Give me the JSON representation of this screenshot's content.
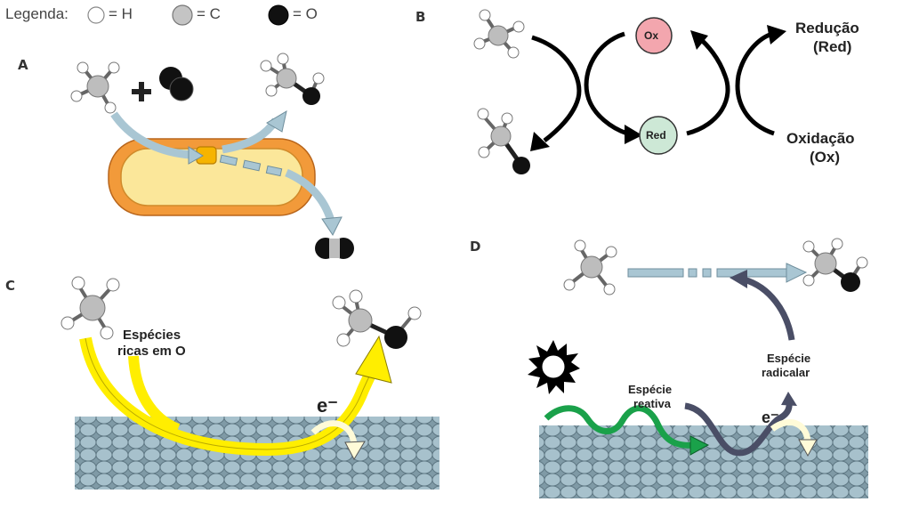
{
  "legend": {
    "title": "Legenda:",
    "items": [
      {
        "label": "= H",
        "color": "#ffffff"
      },
      {
        "label": "= C",
        "color": "#bdbdbd"
      },
      {
        "label": "= O",
        "color": "#111111"
      }
    ]
  },
  "panels": {
    "a": {
      "letter": "A"
    },
    "b": {
      "letter": "B",
      "ox_label": "Ox",
      "red_label": "Red",
      "reduction_label": "Redução",
      "reduction_abbr": "(Red)",
      "oxidation_label": "Oxidação",
      "oxidation_abbr": "(Ox)"
    },
    "c": {
      "letter": "C",
      "species_line1": "Espécies",
      "species_line2": "ricas em O",
      "electron": "e⁻"
    },
    "d": {
      "letter": "D",
      "reactive_line1": "Espécie",
      "reactive_line2": "reativa",
      "radical_line1": "Espécie",
      "radical_line2": "radicalar",
      "electron": "e⁻"
    }
  },
  "colors": {
    "bacteria_outer": "#f29a3a",
    "bacteria_inner": "#fbe79a",
    "arrow_blue": "#a9c6d3",
    "surface_blue": "#9db8c4",
    "yellow": "#ffee00",
    "green": "#1aa14a",
    "slate": "#4a4e66",
    "ox_circle": "#f3a6ae",
    "red_circle": "#cde8d6"
  }
}
